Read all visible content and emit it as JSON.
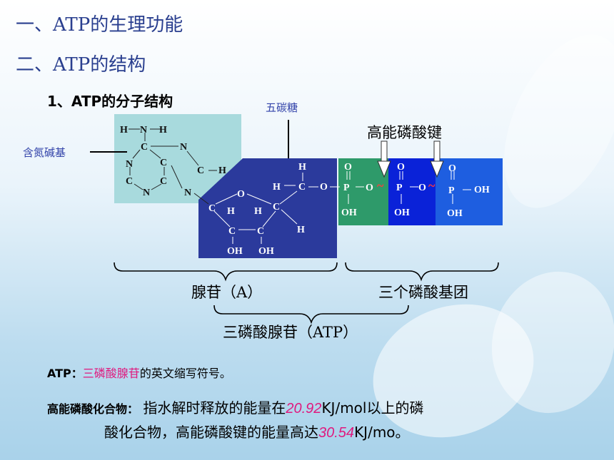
{
  "headings": {
    "h1": "一、ATP的生理功能",
    "h2": "二、ATP的结构",
    "h3": "1、ATP的分子结构"
  },
  "labels": {
    "nitrogen_base": "含氮碱基",
    "pentose": "五碳糖",
    "high_energy_bond": "高能磷酸键",
    "adenosine": "腺苷（A）",
    "three_phosphate": "三个磷酸基团",
    "atp_full": "三磷酸腺苷（ATP）"
  },
  "atoms": {
    "H": "H",
    "N": "N",
    "C": "C",
    "O": "O",
    "P": "P",
    "OH": "OH",
    "tilde": "~"
  },
  "notes": {
    "atp_prefix": "ATP：",
    "atp_name": "三磷酸腺苷",
    "atp_suffix": "的英文缩写符号。",
    "hep_label": "高能磷酸化合物：",
    "hep_text1": "指水解时释放的能量在",
    "hep_val1": "20.92",
    "hep_text2": "KJ/mol以上的磷",
    "hep_text3": "酸化合物，高能磷酸键的能量高达",
    "hep_val2": "30.54",
    "hep_text4": "KJ/mo。"
  },
  "colors": {
    "heading": "#2a3f8f",
    "base_box": "#a8dadd",
    "ribose_box": "#2b3a9c",
    "phosphate_1": "#2e9a6a",
    "phosphate_2": "#0a22d8",
    "phosphate_3": "#1e5ee0",
    "highlight": "#e0197e"
  }
}
